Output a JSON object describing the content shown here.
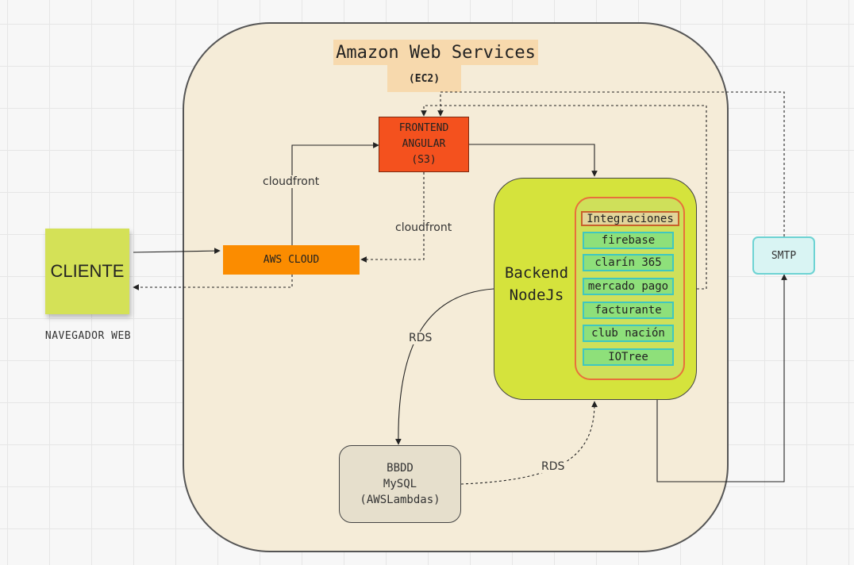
{
  "aws": {
    "title": "Amazon Web Services",
    "subtitle": "(EC2)"
  },
  "frontend": {
    "lines": [
      "FRONTEND",
      "ANGULAR",
      "(S3)"
    ],
    "color": "#f4511e"
  },
  "aws_cloud": {
    "label": "AWS CLOUD",
    "color": "#fb8c00"
  },
  "cliente": {
    "label": "CLIENTE",
    "caption": "NAVEGADOR WEB",
    "color": "#d4e157"
  },
  "backend": {
    "lines": [
      "Backend",
      "NodeJs"
    ],
    "color": "#d5e33c"
  },
  "integraciones": {
    "title": "Integraciones",
    "items": [
      "firebase",
      "clarín 365",
      "mercado pago",
      "facturante",
      "club nación",
      "IOTree"
    ]
  },
  "bbdd": {
    "lines": [
      "BBDD",
      "MySQL",
      "(AWSLambdas)"
    ]
  },
  "smtp": {
    "label": "SMTP"
  },
  "connector_labels": {
    "cloudfront_top": "cloudfront",
    "cloudfront_mid": "cloudfront",
    "rds_left": "RDS",
    "rds_right": "RDS"
  }
}
